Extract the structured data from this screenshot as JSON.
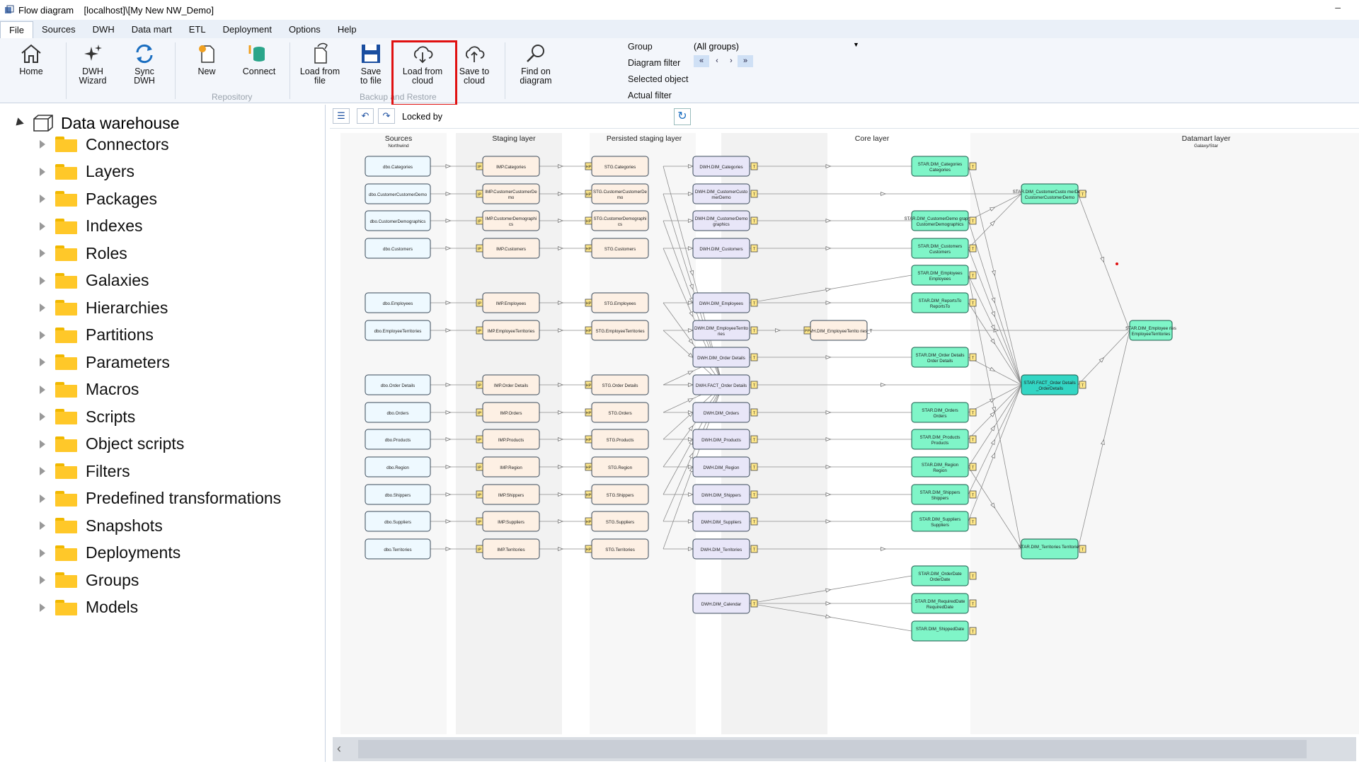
{
  "window": {
    "title": "Flow diagram    [localhost]\\[My New NW_Demo]",
    "minimize": "–"
  },
  "menu": [
    "File",
    "Sources",
    "DWH",
    "Data mart",
    "ETL",
    "Deployment",
    "Options",
    "Help"
  ],
  "ribbon": {
    "buttons": [
      {
        "label1": "Home",
        "label2": ""
      },
      {
        "label1": "DWH",
        "label2": "Wizard"
      },
      {
        "label1": "Sync",
        "label2": "DWH"
      },
      {
        "label1": "New",
        "label2": ""
      },
      {
        "label1": "Connect",
        "label2": ""
      },
      {
        "label1": "Load from",
        "label2": "file"
      },
      {
        "label1": "Save",
        "label2": "to file"
      },
      {
        "label1": "Load from",
        "label2": "cloud"
      },
      {
        "label1": "Save to",
        "label2": "cloud"
      },
      {
        "label1": "Find on",
        "label2": "diagram"
      }
    ],
    "groups": {
      "repository": "Repository",
      "backup": "Backup and Restore"
    },
    "filter_labels": {
      "group": "Group",
      "diagram_filter": "Diagram filter",
      "selected_object": "Selected object",
      "actual_filter": "Actual filter"
    },
    "group_value": "(All groups)",
    "nav": [
      "«",
      "‹",
      "›",
      "»"
    ]
  },
  "tree": {
    "root": "Data warehouse",
    "items": [
      "Connectors",
      "Layers",
      "Packages",
      "Indexes",
      "Roles",
      "Galaxies",
      "Hierarchies",
      "Partitions",
      "Parameters",
      "Macros",
      "Scripts",
      "Object scripts",
      "Filters",
      "Predefined transformations",
      "Snapshots",
      "Deployments",
      "Groups",
      "Models"
    ]
  },
  "diagram_toolbar": {
    "locked_by": "Locked by"
  },
  "diagram": {
    "layers": {
      "sources": "Sources",
      "staging": "Staging layer",
      "persisted": "Persisted staging layer",
      "core": "Core layer",
      "datamart": "Datamart layer"
    },
    "sublabels": {
      "sources": "Northwind",
      "datamart": "Galaxy/Star"
    },
    "sources": [
      "dbo.Categories",
      "dbo.CustomerCustomerDemo",
      "dbo.CustomerDemographics",
      "dbo.Customers",
      "dbo.Employees",
      "dbo.EmployeeTerritories",
      "dbo.Order Details",
      "dbo.Orders",
      "dbo.Products",
      "dbo.Region",
      "dbo.Shippers",
      "dbo.Suppliers",
      "dbo.Territories"
    ],
    "staging": [
      "IMP.Categories",
      "IMP.CustomerCustomerDe mo",
      "IMP.CustomerDemographi cs",
      "IMP.Customers",
      "IMP.Employees",
      "IMP.EmployeeTerritories",
      "IMP.Order Details",
      "IMP.Orders",
      "IMP.Products",
      "IMP.Region",
      "IMP.Shippers",
      "IMP.Suppliers",
      "IMP.Territories"
    ],
    "persisted": [
      "STG.Categories",
      "STG.CustomerCustomerDe mo",
      "STG.CustomerDemographi cs",
      "STG.Customers",
      "STG.Employees",
      "STG.EmployeeTerritories",
      "STG.Order Details",
      "STG.Orders",
      "STG.Products",
      "STG.Region",
      "STG.Shippers",
      "STG.Suppliers",
      "STG.Territories"
    ],
    "core": [
      "DWH.DIM_Categories",
      "DWH.DIM_CustomerCusto merDemo",
      "DWH.DIM_CustomerDemo graphics",
      "DWH.DIM_Customers",
      "DWH.DIM_Employees",
      "DWH.DIM_EmployeeTerrito ries",
      "DWH.DIM_Order Details",
      "DWH.FACT_Order Details",
      "DWH.DIM_Orders",
      "DWH.DIM_Products",
      "DWH.DIM_Region",
      "DWH.DIM_Shippers",
      "DWH.DIM_Suppliers",
      "DWH.DIM_Territories",
      "DWH.DIM_Calendar"
    ],
    "core_extra": "DWH.DIM_EmployeeTerrito ries_T",
    "mart1": [
      "STAR.DIM_Categories Categories",
      "STAR.DIM_CustomerDemo graphics CustomerDemographics",
      "STAR.DIM_Customers Customers",
      "STAR.DIM_Employees Employees",
      "STAR.DIM_ReportsTo ReportsTo",
      "STAR.DIM_Order Details Order Details",
      "STAR.DIM_Orders Orders",
      "STAR.DIM_Products Products",
      "STAR.DIM_Region Region",
      "STAR.DIM_Shippers Shippers",
      "STAR.DIM_Suppliers Suppliers",
      "STAR.DIM_OrderDate OrderDate",
      "STAR.DIM_RequiredDate RequiredDate",
      "STAR.DIM_ShippedDate"
    ],
    "mart2": [
      "STAR.DIM_CustomerCusto merDemo CustomerCustomerDemo",
      "STAR.FACT_Order Details _OrderDetails",
      "STAR.DIM_Territories Territories"
    ],
    "mart3": "STAR.DIM_Employee ries EmployeeTerritories",
    "tags": {
      "ip": "IP",
      "hp": "HP",
      "t": "T",
      "pp": "PP"
    }
  },
  "colors": {
    "accent": "#1a4ea0",
    "highlight": "#e01010",
    "src_fill": "#eef9ff",
    "stg_fill": "#fdf0e4",
    "core_fill": "#e8e6f8",
    "mart_fill": "#7ff5c8",
    "fact_fill": "#33d6c4",
    "tag_fill": "#ffe88a"
  }
}
